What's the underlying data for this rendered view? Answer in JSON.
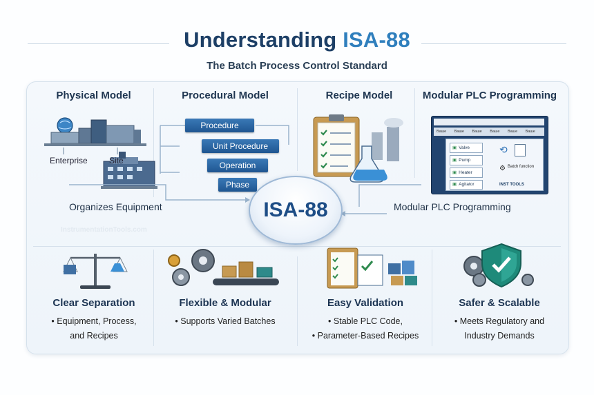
{
  "title": {
    "main": "Understanding",
    "highlight": "ISA-88"
  },
  "subtitle": "The Batch Process Control Standard",
  "columns": {
    "physical": "Physical Model",
    "procedural": "Procedural Model",
    "recipe": "Recipe Model",
    "modular": "Modular PLC Programming"
  },
  "physical": {
    "enterprise": "Enterprise",
    "site": "Site",
    "caption": "Organizes Equipment"
  },
  "procedural": {
    "levels": [
      "Procedure",
      "Unit Procedure",
      "Operation",
      "Phase"
    ]
  },
  "modular": {
    "caption": "Modular PLC Programming",
    "toolbar": [
      "Ваше",
      "Ваше",
      "Ваше",
      "Ваше",
      "Ваше",
      "Ваше"
    ],
    "items": [
      "Valve",
      "Pump",
      "Heater",
      "Agitator"
    ],
    "batch": "Batch function",
    "brand": "INST TOOLS"
  },
  "center": "ISA-88",
  "watermark": "InstrumentationTools.com",
  "benefits": [
    {
      "title": "Clear Separation",
      "lines": [
        "• Equipment, Process,",
        "and Recipes"
      ]
    },
    {
      "title": "Flexible & Modular",
      "lines": [
        "• Supports Varied Batches"
      ]
    },
    {
      "title": "Easy Validation",
      "lines": [
        "• Stable PLC Code,",
        "• Parameter-Based Recipes"
      ]
    },
    {
      "title": "Safer & Scalable",
      "lines": [
        "• Meets Regulatory and",
        "Industry Demands"
      ]
    }
  ],
  "colors": {
    "primary": "#1d3f66",
    "accent": "#2f7fbd",
    "box": "#1f5691",
    "shield": "#1e8a7a"
  }
}
